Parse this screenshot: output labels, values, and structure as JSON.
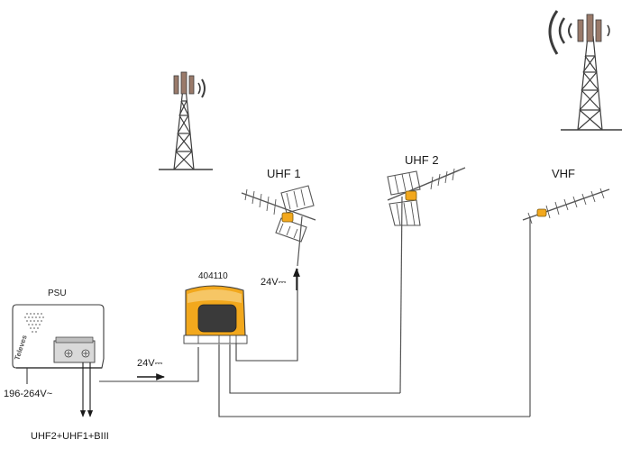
{
  "labels": {
    "uhf1": "UHF 1",
    "uhf2": "UHF 2",
    "vhf": "VHF",
    "amplifier_code": "404110",
    "psu": "PSU",
    "voltage_psu_out": "24V⎓",
    "voltage_uhf1": "24V⎓",
    "mains": "196-264V~",
    "outputs": "UHF2+UHF1+BIII",
    "brand": "Televes"
  },
  "colors": {
    "amplifier_body": "#f2a81d",
    "amplifier_window": "#3a3a3a",
    "antenna_balun": "#f2a81d",
    "line": "#3c3c3c"
  }
}
